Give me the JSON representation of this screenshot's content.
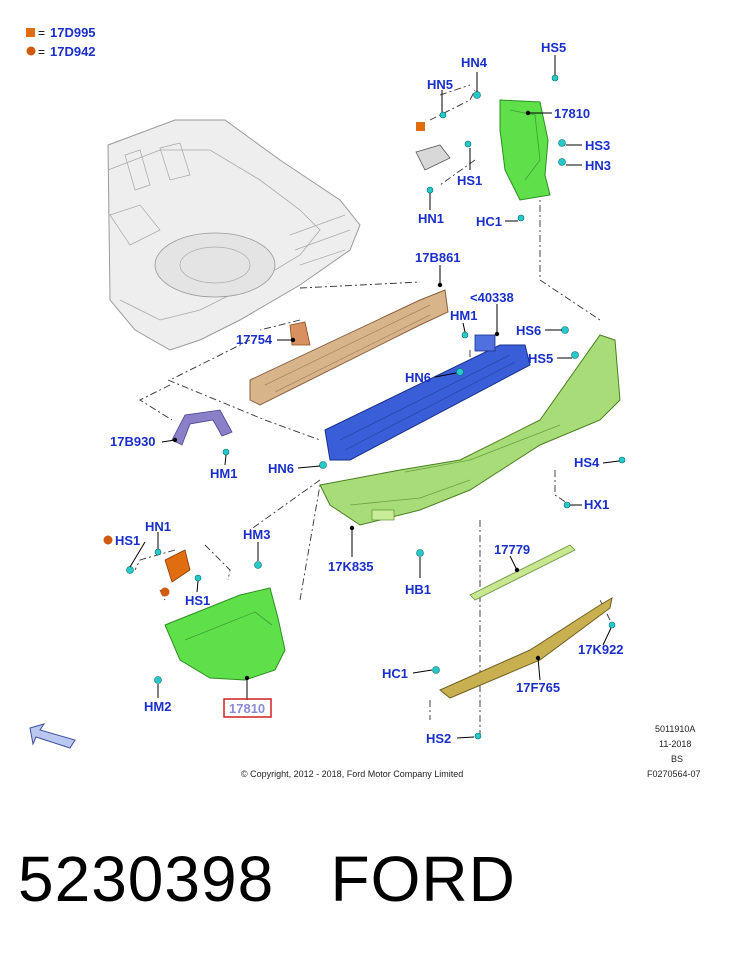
{
  "legend": {
    "square_code": "17D995",
    "circle_code": "17D942",
    "equals": "=",
    "square_color": "#e06d10",
    "circle_color": "#d05a10"
  },
  "labels": {
    "hn4": "HN4",
    "hs5_top": "HS5",
    "hn5": "HN5",
    "p17810_top": "17810",
    "hs3": "HS3",
    "hs1_top": "HS1",
    "hn3": "HN3",
    "hn1_top": "HN1",
    "hc1_top": "HC1",
    "p17b861": "17B861",
    "p40338": "<40338",
    "hm1_mid": "HM1",
    "hs6": "HS6",
    "p17754": "17754",
    "hs5_mid": "HS5",
    "hn6_mid": "HN6",
    "p17b930": "17B930",
    "hm1_left": "HM1",
    "hn6_low": "HN6",
    "hs4": "HS4",
    "hx1": "HX1",
    "hn1_low": "HN1",
    "hs1_left": "HS1",
    "hm3": "HM3",
    "p17k835": "17K835",
    "p17779": "17779",
    "hb1": "HB1",
    "hs1_low": "HS1",
    "p17k922": "17K922",
    "hc1_low": "HC1",
    "p17f765": "17F765",
    "hm2": "HM2",
    "p17810_boxed": "17810",
    "hs2": "HS2"
  },
  "info": {
    "ref": "5011910A",
    "date": "11-2018",
    "initials": "BS",
    "figure": "F0270564-07",
    "copyright": "© Copyright, 2012 - 2018, Ford Motor Company Limited"
  },
  "caption": {
    "part_number": "5230398",
    "brand": "FORD"
  },
  "colors": {
    "callout": "#1a2fc9",
    "green_part": "#5fe04a",
    "bumper": "#a8dc78",
    "absorber": "#d8b48a",
    "beam": "#3a5ed8",
    "bracket": "#8a80c8",
    "cyan_clip": "#25c9c9",
    "strip": "#c8b050",
    "highlight_box": "#d02020"
  }
}
